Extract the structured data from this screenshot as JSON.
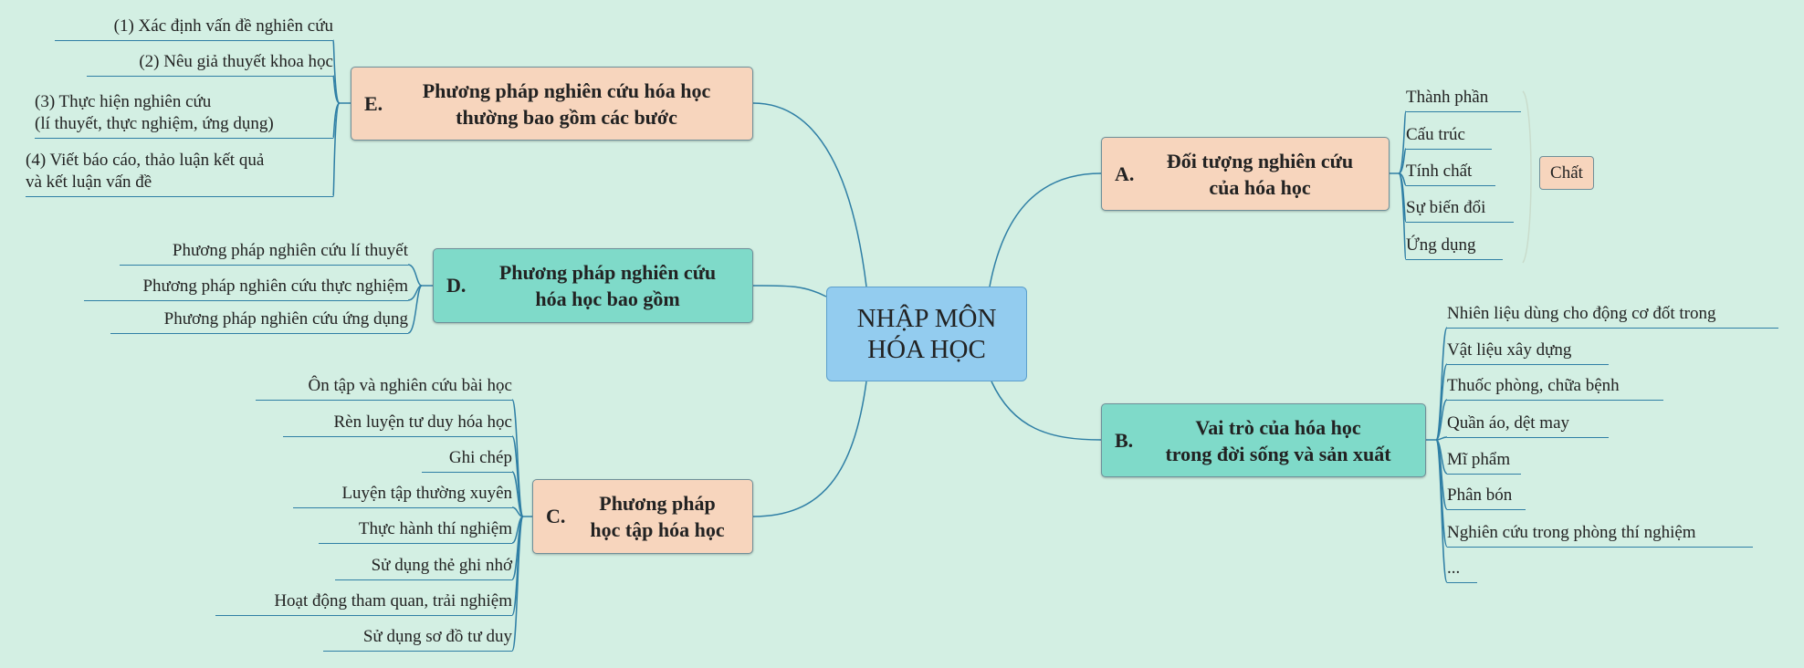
{
  "center": {
    "title": "NHẬP MÔN\nHÓA HỌC"
  },
  "branches": {
    "A": {
      "letter": "A.",
      "title": "Đối tượng nghiên cứu\ncủa hóa học",
      "items": [
        "Thành phần",
        "Cấu trúc",
        "Tính chất",
        "Sự biến đổi",
        "Ứng dụng"
      ],
      "summary": "Chất"
    },
    "B": {
      "letter": "B.",
      "title": "Vai trò của hóa học\ntrong đời sống và sản xuất",
      "items": [
        "Nhiên liệu dùng cho động cơ đốt trong",
        "Vật liệu xây dựng",
        "Thuốc phòng, chữa bệnh",
        "Quần áo, dệt may",
        "Mĩ phẩm",
        "Phân bón",
        "Nghiên cứu trong phòng thí nghiệm",
        "..."
      ]
    },
    "C": {
      "letter": "C.",
      "title": "Phương pháp\nhọc tập hóa học",
      "items": [
        "Ôn tập và nghiên cứu bài học",
        "Rèn luyện tư duy hóa học",
        "Ghi chép",
        "Luyện tập thường xuyên",
        "Thực hành thí nghiệm",
        "Sử dụng thẻ ghi nhớ",
        "Hoạt động tham quan, trải nghiệm",
        "Sử dụng sơ đồ tư duy"
      ]
    },
    "D": {
      "letter": "D.",
      "title": "Phương pháp nghiên cứu\nhóa học bao gồm",
      "items": [
        "Phương pháp nghiên cứu lí thuyết",
        "Phương pháp nghiên cứu thực nghiệm",
        "Phương pháp nghiên cứu ứng dụng"
      ]
    },
    "E": {
      "letter": "E.",
      "title": "Phương pháp nghiên cứu hóa học\nthường bao gồm các bước",
      "items": [
        "(1) Xác định vấn đề nghiên cứu",
        "(2) Nêu giả thuyết khoa học",
        "(3) Thực hiện nghiên cứu\n(lí thuyết, thực nghiệm, ứng dụng)",
        "(4) Viết báo cáo, thảo luận kết quả\nvà kết luận vấn đề"
      ]
    }
  },
  "colors": {
    "background": "#d3efe3",
    "center": "#93ccef",
    "orange": "#f7d5bd",
    "teal": "#7fdac9",
    "line": "#2f7fa5"
  }
}
